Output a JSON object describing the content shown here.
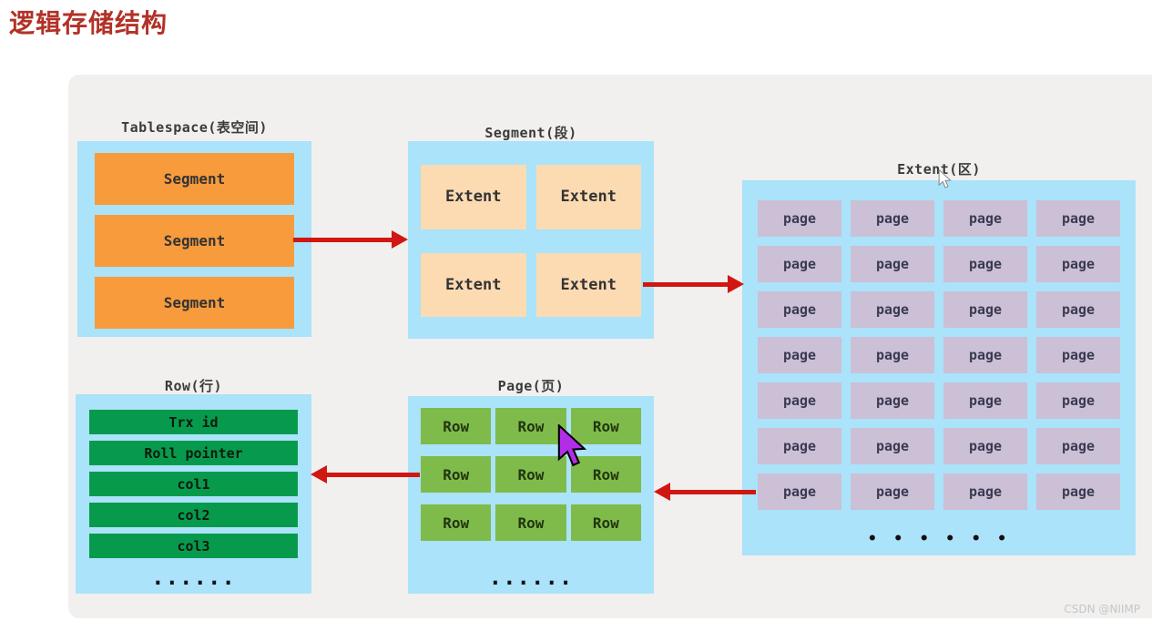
{
  "title": "逻辑存储结构",
  "watermark": "CSDN @NIIMP",
  "groups": {
    "tablespace": {
      "label": "Tablespace(表空间)",
      "items": [
        "Segment",
        "Segment",
        "Segment"
      ]
    },
    "segment": {
      "label": "Segment(段)",
      "items": [
        "Extent",
        "Extent",
        "Extent",
        "Extent"
      ]
    },
    "extent": {
      "label": "Extent(区)",
      "grid": {
        "rows": 7,
        "cols": 4,
        "cell_label": "page"
      },
      "ellipsis": "• • • • • •"
    },
    "page": {
      "label": "Page(页)",
      "grid": {
        "rows": 3,
        "cols": 3,
        "cell_label": "Row"
      },
      "ellipsis": "......"
    },
    "row": {
      "label": "Row(行)",
      "items": [
        "Trx id",
        "Roll pointer",
        "col1",
        "col2",
        "col3"
      ],
      "ellipsis": "......"
    }
  },
  "colors": {
    "title_red": "#b23227",
    "container_blue": "#aae3fa",
    "segment_orange": "#f79b3d",
    "extent_peach": "#fcdbb2",
    "page_lavender": "#cbc0d6",
    "row_green": "#7fbb4a",
    "field_green": "#089a4c",
    "arrow_red": "#d01712",
    "panel_gray": "#f1f0ef",
    "cursor_purple": "#b32ce8",
    "cursor_white": "#ffffff"
  }
}
